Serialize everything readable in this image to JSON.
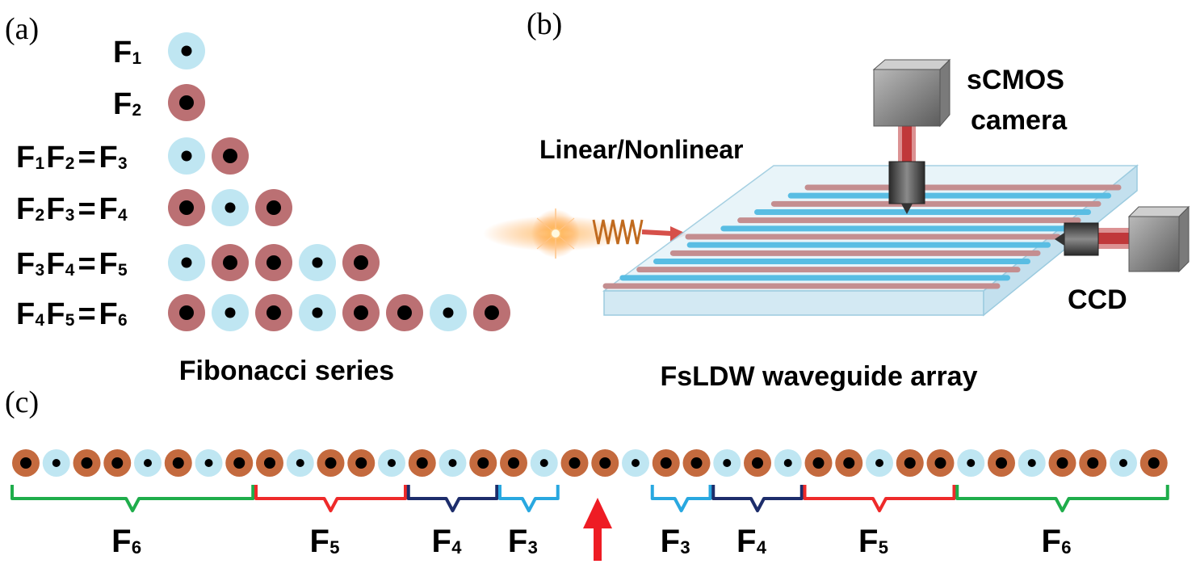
{
  "panel_a": {
    "label": "(a)",
    "caption": "Fibonacci series",
    "rows": [
      {
        "terms": [
          {
            "F": "F",
            "n": "1"
          }
        ],
        "result": null,
        "seq": [
          "A"
        ]
      },
      {
        "terms": [
          {
            "F": "F",
            "n": "2"
          }
        ],
        "result": null,
        "seq": [
          "B"
        ]
      },
      {
        "terms": [
          {
            "F": "F",
            "n": "1"
          },
          {
            "F": "F",
            "n": "2"
          }
        ],
        "result": {
          "F": "F",
          "n": "3"
        },
        "seq": [
          "A",
          "B"
        ]
      },
      {
        "terms": [
          {
            "F": "F",
            "n": "2"
          },
          {
            "F": "F",
            "n": "3"
          }
        ],
        "result": {
          "F": "F",
          "n": "4"
        },
        "seq": [
          "B",
          "A",
          "B"
        ]
      },
      {
        "terms": [
          {
            "F": "F",
            "n": "3"
          },
          {
            "F": "F",
            "n": "4"
          }
        ],
        "result": {
          "F": "F",
          "n": "5"
        },
        "seq": [
          "A",
          "B",
          "B",
          "A",
          "B"
        ]
      },
      {
        "terms": [
          {
            "F": "F",
            "n": "4"
          },
          {
            "F": "F",
            "n": "5"
          }
        ],
        "result": {
          "F": "F",
          "n": "6"
        },
        "seq": [
          "B",
          "A",
          "B",
          "A",
          "B",
          "B",
          "A",
          "B"
        ]
      }
    ],
    "colors": {
      "A": "#bfe6f2",
      "B": "#bb7073",
      "dot": "#000000"
    }
  },
  "panel_b": {
    "label": "(b)",
    "caption": "FsLDW waveguide array",
    "light_label": "Linear/Nonlinear",
    "camera_top_label": [
      "sCMOS",
      "camera"
    ],
    "camera_right_label": "CCD",
    "colors": {
      "blue_guide": "#59bde3",
      "red_guide": "#c48e90",
      "beam": "#c0393b",
      "chip": "#d8ecf5"
    }
  },
  "panel_c": {
    "label": "(c)",
    "sequence": "BABBABABBABBABABBABBABBABABBABBABABBAB",
    "colors": {
      "A": "#bfe6f2",
      "B": "#c46a3e",
      "dot": "#000000"
    },
    "groups": [
      {
        "F": "F",
        "n": "6",
        "color": "#1fad4b"
      },
      {
        "F": "F",
        "n": "5",
        "color": "#ee2a2a"
      },
      {
        "F": "F",
        "n": "4",
        "color": "#1d2d6b"
      },
      {
        "F": "F",
        "n": "3",
        "color": "#29a8e0"
      },
      {
        "F": "F",
        "n": "3",
        "color": "#29a8e0"
      },
      {
        "F": "F",
        "n": "4",
        "color": "#1d2d6b"
      },
      {
        "F": "F",
        "n": "5",
        "color": "#ee2a2a"
      },
      {
        "F": "F",
        "n": "6",
        "color": "#1fad4b"
      }
    ],
    "arrow_color": "#ee1c24"
  }
}
